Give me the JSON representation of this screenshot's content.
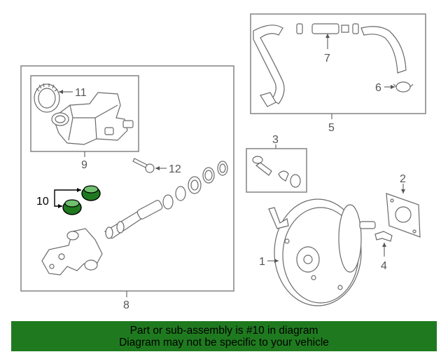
{
  "callouts": {
    "c1": "1",
    "c2": "2",
    "c3": "3",
    "c4": "4",
    "c5": "5",
    "c6": "6",
    "c7": "7",
    "c8": "8",
    "c9": "9",
    "c10": "10",
    "c11": "11",
    "c12": "12"
  },
  "highlight_color": "#1f7a1f",
  "banner": {
    "line1": "Part or sub-assembly is #10 in diagram",
    "line2": "Diagram may not be specific to your vehicle"
  }
}
